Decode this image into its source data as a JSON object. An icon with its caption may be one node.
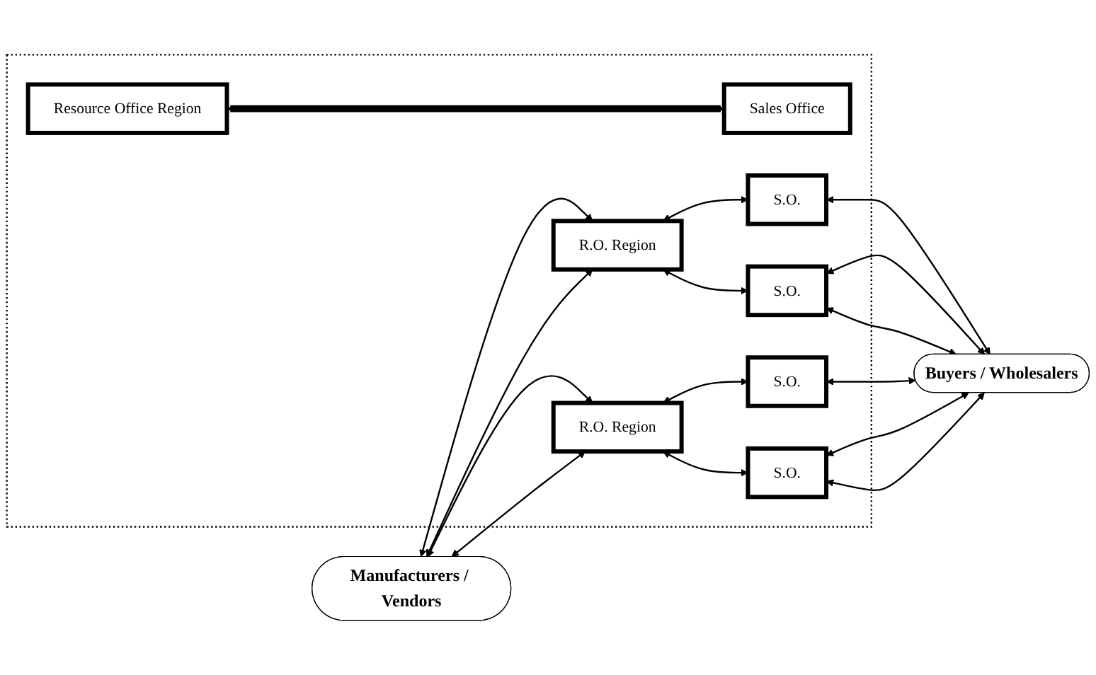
{
  "diagram": {
    "nodes": [
      {
        "text": [
          "Manufacturers / Vendors"
        ]
      },
      {
        "text": [],
        "shape": "box"
      },
      {
        "text": [
          "R.O. Region"
        ],
        "in": 1
      },
      {
        "text": [
          "S.O."
        ],
        "in": 1
      },
      {
        "text": [
          "S.O."
        ],
        "in": 1
      },
      {
        "text": [
          "Resource Office Region"
        ],
        "in": 1
      },
      {
        "text": [
          "Sales Office"
        ],
        "in": 1
      },
      {
        "text": [
          "R.O. Region"
        ],
        "in": 1
      },
      {
        "text": [
          "S.O."
        ],
        "in": 1
      },
      {
        "text": [
          "S.O."
        ],
        "in": 1
      },
      {
        "text": [
          "Buyers / Wholesalers"
        ]
      }
    ],
    "edges": [
      {
        "from": 0,
        "to": 2,
        "arrow": "both"
      },
      {
        "from": 0,
        "to": 2,
        "arrow": "both"
      },
      {
        "from": 2,
        "to": 4,
        "arrow": "both"
      },
      {
        "from": 2,
        "to": 3,
        "arrow": "both"
      },
      {
        "from": 5,
        "to": 6,
        "arrow": "both",
        "style": "thick"
      },
      {
        "from": 0,
        "to": 7,
        "arrow": "both"
      },
      {
        "from": 0,
        "to": 7,
        "arrow": "both"
      },
      {
        "from": 7,
        "to": 8,
        "arrow": "both"
      },
      {
        "from": 7,
        "to": 9,
        "arrow": "both"
      },
      {
        "from": 3,
        "to": 10,
        "arrow": "both"
      },
      {
        "from": 3,
        "to": 10,
        "arrow": "both"
      },
      {
        "from": 4,
        "to": 10,
        "arrow": "both"
      },
      {
        "from": 8,
        "to": 10,
        "arrow": "both"
      },
      {
        "from": 9,
        "to": 10,
        "arrow": "both"
      },
      {
        "from": 9,
        "to": 10,
        "arrow": "both"
      }
    ]
  }
}
